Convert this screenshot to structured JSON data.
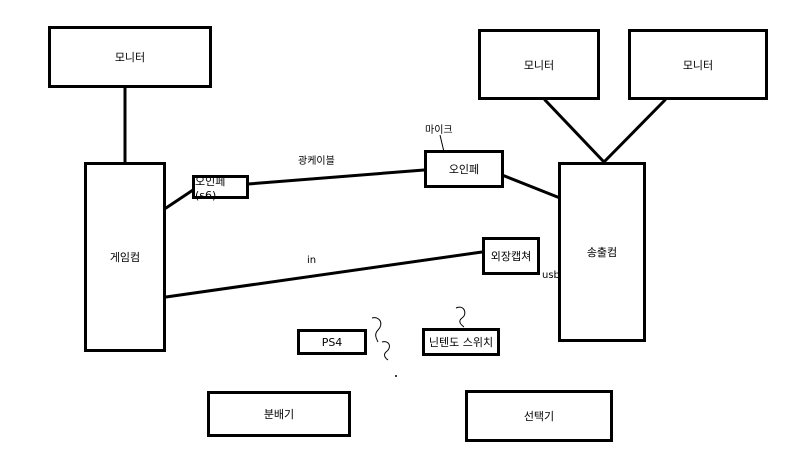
{
  "nodes": {
    "monitor_left": "모니터",
    "monitor_mid": "모니터",
    "monitor_right": "모니터",
    "game_pc": "게임컴",
    "stream_pc": "송출컴",
    "audio_if_small": "오인페(s6)",
    "audio_if": "오인페",
    "capture_card": "외장캡쳐",
    "ps4": "PS4",
    "switch": "닌텐도 스위치",
    "splitter": "분배기",
    "selector": "선택기"
  },
  "labels": {
    "optical_cable": "광케이블",
    "mic": "마이크",
    "in": "in",
    "usb": "usb"
  },
  "colors": {
    "stroke": "#000000",
    "background": "#ffffff"
  }
}
